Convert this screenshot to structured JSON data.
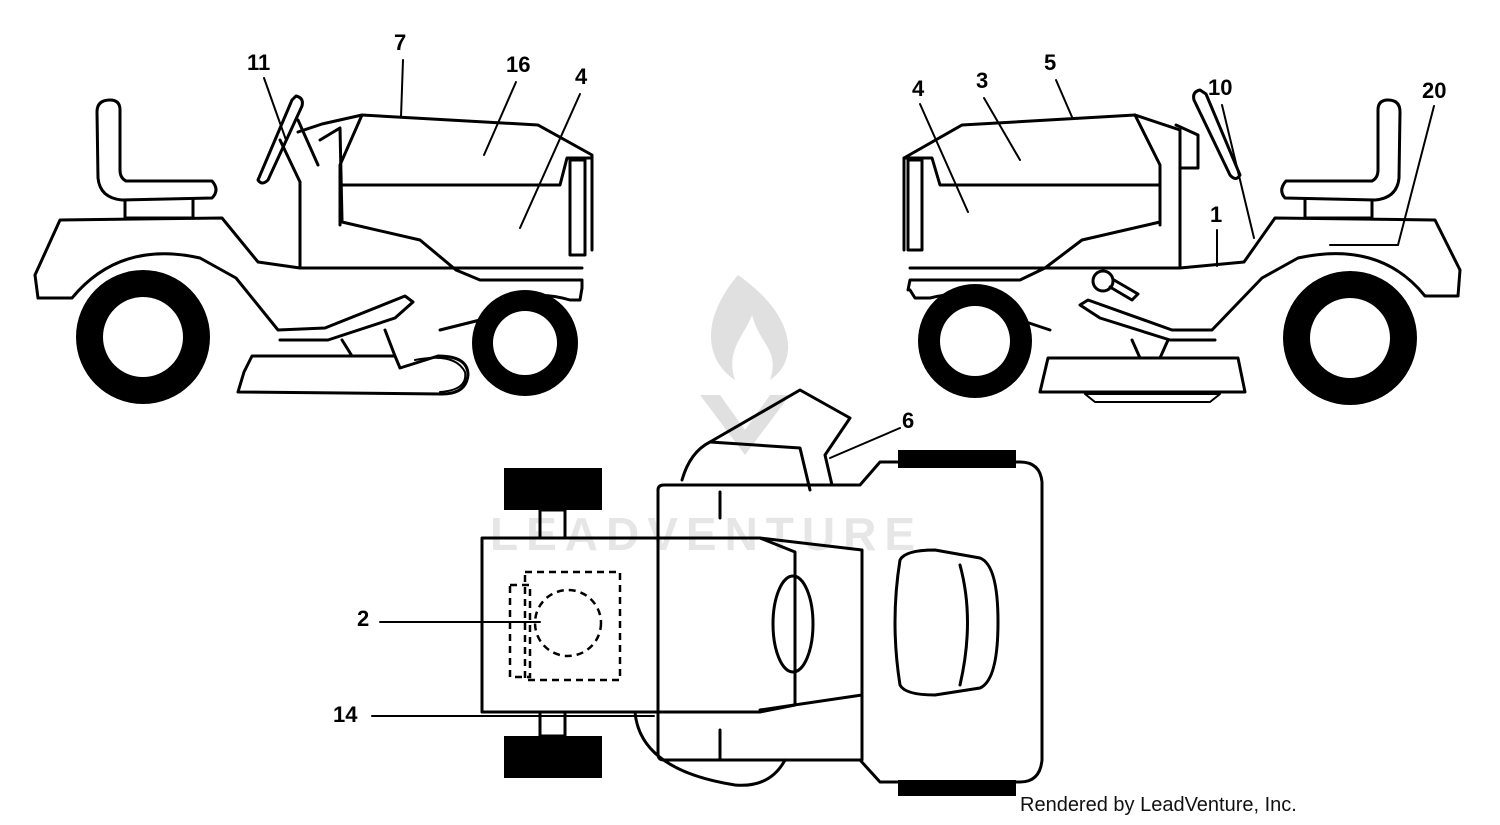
{
  "callouts": {
    "c1": "1",
    "c2": "2",
    "c3": "3",
    "c4_left": "4",
    "c4_right": "4",
    "c5": "5",
    "c6": "6",
    "c7": "7",
    "c10": "10",
    "c11": "11",
    "c14": "14",
    "c16": "16",
    "c20": "20"
  },
  "watermark": "LEADVENTURE",
  "credit": "Rendered by LeadVenture, Inc.",
  "icons": {
    "watermark_logo": "flame-v-logo-icon"
  }
}
